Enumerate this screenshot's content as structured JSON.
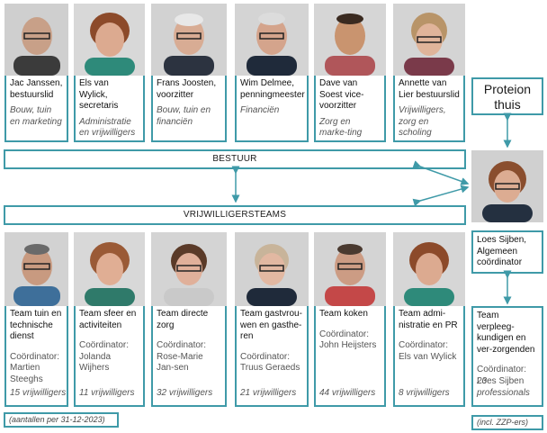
{
  "board": [
    {
      "name": "Jac Janssen, bestuurslid",
      "role": "Bouw, tuin en marketing"
    },
    {
      "name": "Els van Wylick, secretaris",
      "role": "Administratie en vrijwilligers"
    },
    {
      "name": "Frans Joosten, voorzitter",
      "role": "Bouw, tuin en financiën"
    },
    {
      "name": "Wim Delmee, penningmeester",
      "role": "Financiën"
    },
    {
      "name": "Dave van Soest vice-voorzitter",
      "role": "Zorg en marke-ting"
    },
    {
      "name": "Annette van Lier bestuurslid",
      "role": "Vrijwilligers, zorg en scholing"
    }
  ],
  "bestuur_label": "BESTUUR",
  "vrijwilligers_label": "VRIJWILLIGERSTEAMS",
  "proteion_label": "Proteion thuis",
  "coordinator": {
    "name": "Loes Sijben, Algemeen coördinator"
  },
  "teams": [
    {
      "name": "Team tuin en technische dienst",
      "coord": "Coördinator: Martien Steeghs",
      "count": "15 vrijwilligers"
    },
    {
      "name": "Team sfeer en activiteiten",
      "coord": "Coördinator: Jolanda Wijhers",
      "count": "11 vrijwilligers"
    },
    {
      "name": "Team directe zorg",
      "coord": "Coördinator: Rose-Marie Jan-sen",
      "count": "32 vrijwilligers"
    },
    {
      "name": "Team gastvrou-wen en gasthe-ren",
      "coord": "Coördinator: Truus Geraeds",
      "count": "21 vrijwilligers"
    },
    {
      "name": "Team koken",
      "coord": "Coördinator: John Heijsters",
      "count": "44 vrijwilligers"
    },
    {
      "name": "Team admi-nistratie en PR",
      "coord": "Coördinator: Els van Wylick",
      "count": "8 vrijwilligers"
    },
    {
      "name": "Team verpleeg-kundigen en ver-zorgenden",
      "coord": "Coördinator: Loes Sijben",
      "count": "23 professionals"
    }
  ],
  "footnote_left": "(aantallen per 31-12-2023)",
  "footnote_right": "(incl. ZZP-ers)",
  "colors": {
    "accent": "#3f9aa8",
    "text": "#1a1a1a"
  }
}
